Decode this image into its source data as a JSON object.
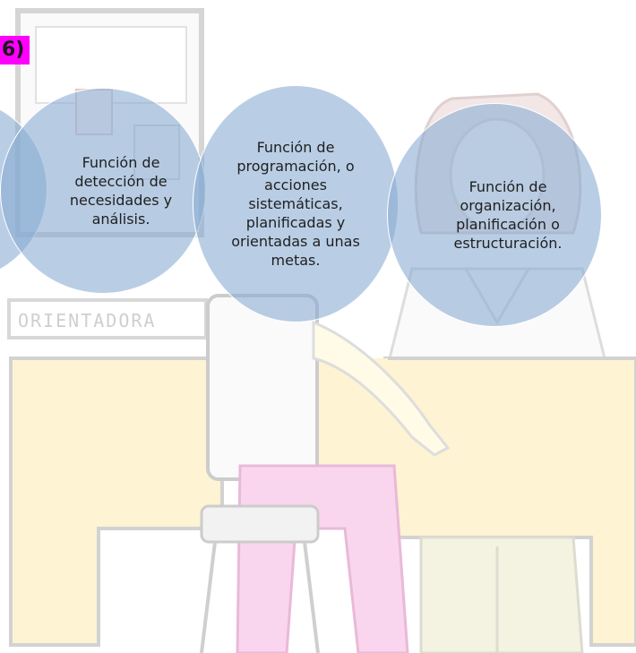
{
  "header_tag": "6)",
  "sign_text": "ORIENTADORA",
  "circles": [
    {
      "text": ""
    },
    {
      "text": "Función de detección de necesidades y análisis."
    },
    {
      "text": "Función de programación, o acciones sistemáticas, planificadas y orientadas a unas metas."
    },
    {
      "text": "Función de organización, planificación o estructuración."
    }
  ],
  "colors": {
    "circle_fill": "#87aad2",
    "desk": "#fef3d2",
    "legs_pink": "#f9d6ee",
    "tag_bg": "#ff00ff",
    "outline": "#c8c8c8"
  }
}
